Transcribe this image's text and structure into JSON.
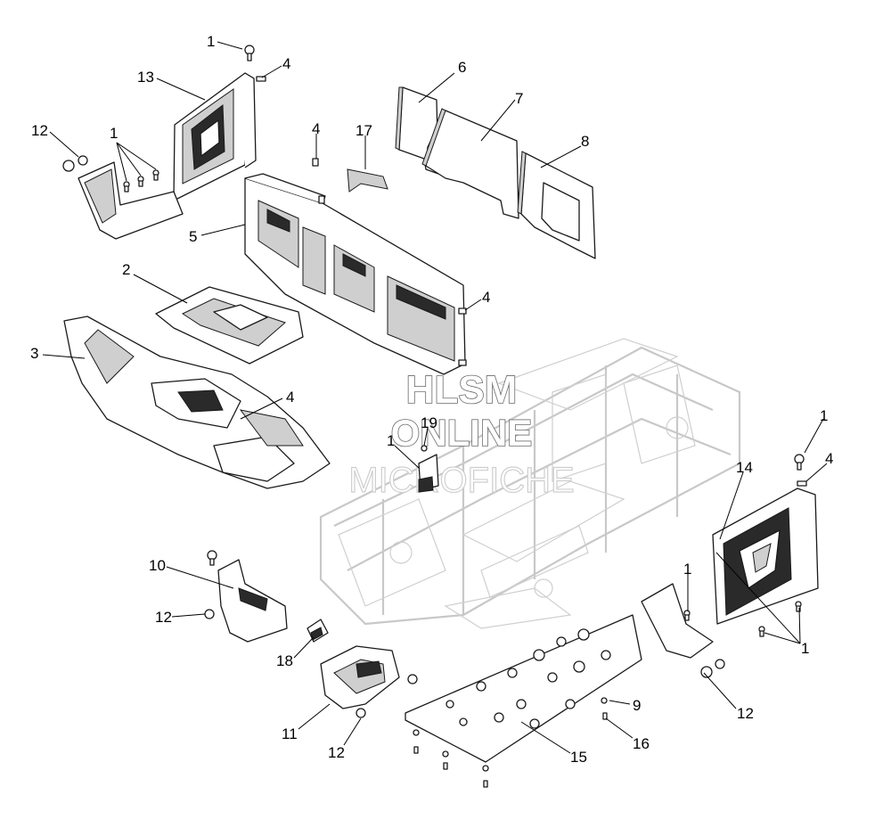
{
  "watermark": {
    "line1": "HLSM",
    "line2": "ONLINE",
    "line3": "MICROFICHE"
  },
  "callouts": [
    {
      "id": "c1a",
      "label": "1"
    },
    {
      "id": "c4a",
      "label": "4"
    },
    {
      "id": "c13",
      "label": "13"
    },
    {
      "id": "c12a",
      "label": "12"
    },
    {
      "id": "c1b",
      "label": "1"
    },
    {
      "id": "c6",
      "label": "6"
    },
    {
      "id": "c7",
      "label": "7"
    },
    {
      "id": "c8",
      "label": "8"
    },
    {
      "id": "c4b",
      "label": "4"
    },
    {
      "id": "c17",
      "label": "17"
    },
    {
      "id": "c5",
      "label": "5"
    },
    {
      "id": "c2",
      "label": "2"
    },
    {
      "id": "c4c",
      "label": "4"
    },
    {
      "id": "c3",
      "label": "3"
    },
    {
      "id": "c4d",
      "label": "4"
    },
    {
      "id": "c19",
      "label": "19"
    },
    {
      "id": "c1c",
      "label": "1"
    },
    {
      "id": "c1d",
      "label": "1"
    },
    {
      "id": "c4e",
      "label": "4"
    },
    {
      "id": "c14",
      "label": "14"
    },
    {
      "id": "c10",
      "label": "10"
    },
    {
      "id": "c12b",
      "label": "12"
    },
    {
      "id": "c1e",
      "label": "1"
    },
    {
      "id": "c1f",
      "label": "1"
    },
    {
      "id": "c18",
      "label": "18"
    },
    {
      "id": "c12c",
      "label": "12"
    },
    {
      "id": "c9",
      "label": "9"
    },
    {
      "id": "c11",
      "label": "11"
    },
    {
      "id": "c16",
      "label": "16"
    },
    {
      "id": "c12d",
      "label": "12"
    },
    {
      "id": "c15",
      "label": "15"
    }
  ]
}
